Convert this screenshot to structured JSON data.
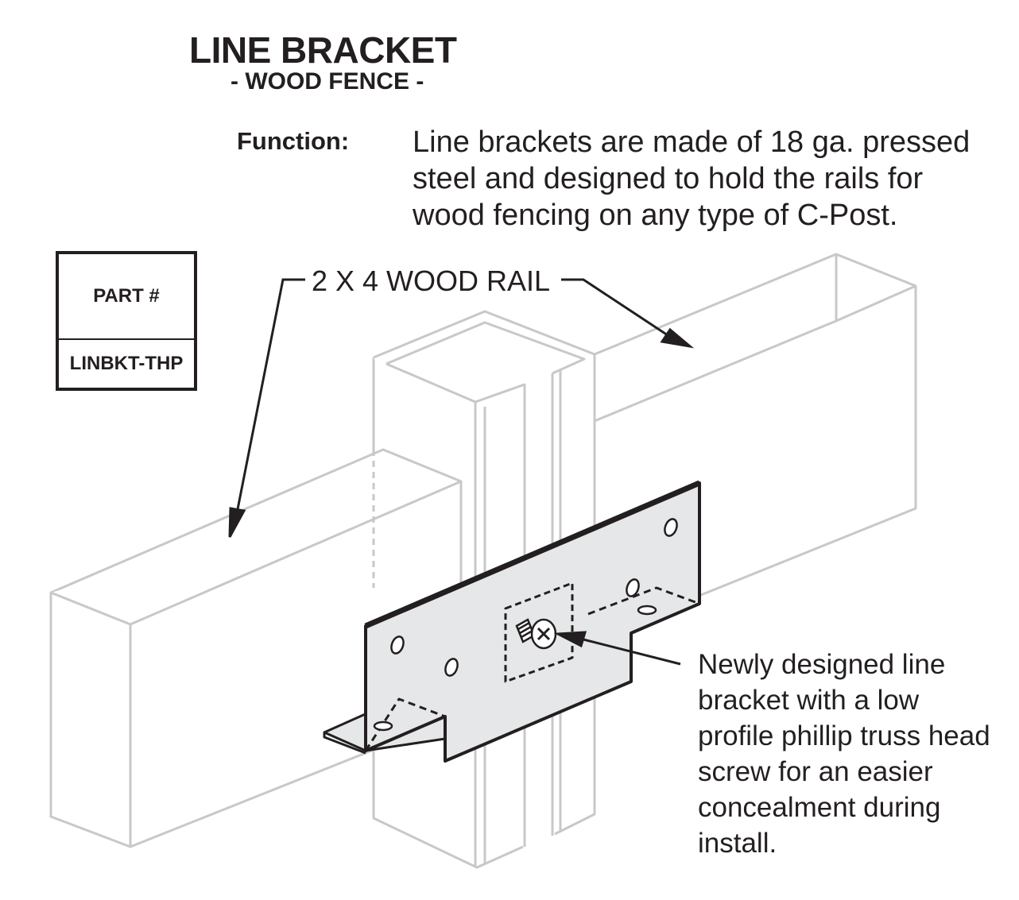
{
  "title": "LINE BRACKET",
  "subtitle": "- WOOD FENCE -",
  "function": {
    "label": "Function:",
    "lines": [
      "Line brackets are made of 18 ga. pressed",
      "steel and designed to hold the rails for",
      "wood fencing on any type of C-Post."
    ]
  },
  "part_box": {
    "header": "PART #",
    "value": "LINBKT-THP"
  },
  "rail_label": "2 X 4 WOOD RAIL",
  "callout": {
    "lines": [
      "Newly designed line",
      "bracket with a low",
      "profile phillip truss head",
      "screw for an easier",
      "concealment during",
      "install."
    ]
  },
  "colors": {
    "ink": "#231f20",
    "ghost_lines": "#c8c8c8",
    "bracket_fill": "#e6e7e8"
  }
}
